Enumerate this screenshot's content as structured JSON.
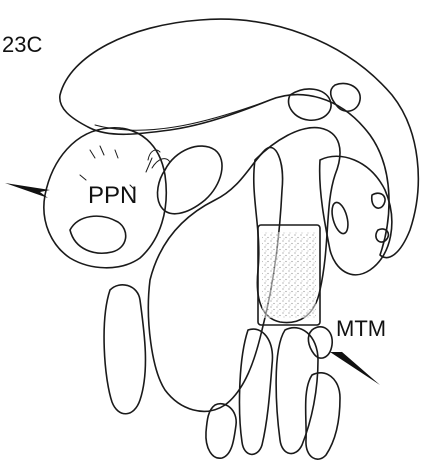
{
  "figure": {
    "panel_label": "23C",
    "labels": {
      "ppn": "PPN",
      "mtm": "MTM"
    },
    "colors": {
      "ink": "#1a1a1a",
      "paper": "#ffffff"
    },
    "icons": [
      "arrowhead-left-icon",
      "arrowhead-right-icon"
    ]
  }
}
